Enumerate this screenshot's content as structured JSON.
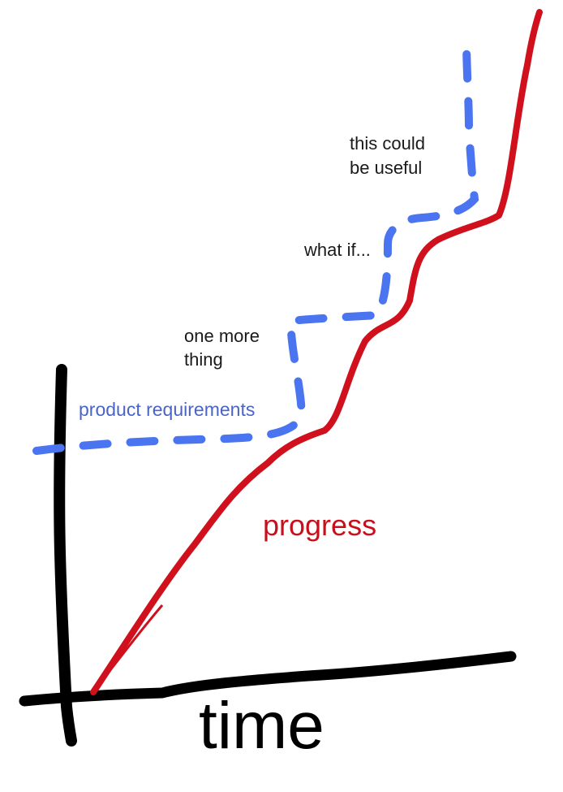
{
  "chart_data": {
    "type": "line",
    "title": "",
    "xlabel": "time",
    "ylabel": "",
    "grid": false,
    "legend": "inline labels",
    "series": [
      {
        "name": "progress",
        "style": "solid",
        "color": "#d0101c",
        "description": "steady rise from origin, with plateaus, ends steep at top right",
        "x": [
          0,
          0.1,
          0.2,
          0.3,
          0.4,
          0.5,
          0.6,
          0.7,
          0.8,
          0.9,
          1.0
        ],
        "y": [
          0,
          0.12,
          0.25,
          0.37,
          0.44,
          0.55,
          0.62,
          0.72,
          0.8,
          0.86,
          1.0
        ]
      },
      {
        "name": "product requirements",
        "style": "dashed",
        "color": "#4a74f0",
        "description": "step function: flat, then jumps up at each annotation, always ahead of progress",
        "x": [
          0,
          0.55,
          0.55,
          0.7,
          0.7,
          0.85,
          0.85,
          0.92
        ],
        "y": [
          0.43,
          0.43,
          0.58,
          0.58,
          0.72,
          0.72,
          0.95,
          0.95
        ]
      }
    ],
    "annotations": [
      "product requirements",
      "one more thing",
      "what if...",
      "this could be useful",
      "progress"
    ]
  },
  "labels": {
    "this_could": "this could",
    "be_useful": "be useful",
    "what_if": "what if...",
    "one_more": "one more",
    "thing": "thing",
    "product_requirements": "product requirements",
    "progress": "progress",
    "time": "time"
  },
  "colors": {
    "progress": "#d0101c",
    "requirements": "#4a74f0",
    "axis": "#000000"
  }
}
